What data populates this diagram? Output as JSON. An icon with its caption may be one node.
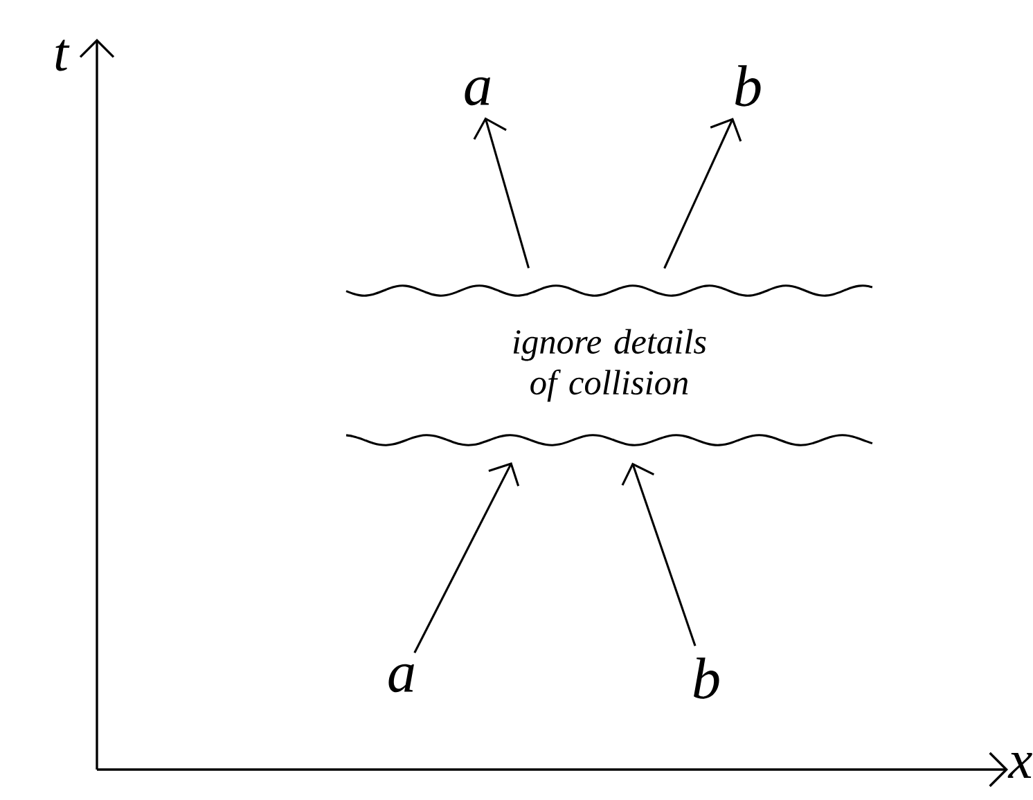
{
  "diagram": {
    "nodes": [
      {
        "text": [
          "ignore details of collision"
        ]
      },
      {
        "text": [
          "a"
        ]
      },
      {
        "text": [
          "b"
        ]
      },
      {
        "text": [
          "a"
        ]
      },
      {
        "text": [
          "b"
        ]
      }
    ],
    "edges": [
      {
        "from": 1,
        "to": 0,
        "arrow": "to"
      },
      {
        "from": 2,
        "to": 0,
        "arrow": "to"
      },
      {
        "from": 0,
        "to": 3,
        "arrow": "to"
      },
      {
        "from": 0,
        "to": 4,
        "arrow": "to"
      }
    ],
    "labels": [
      "t",
      "x"
    ]
  }
}
